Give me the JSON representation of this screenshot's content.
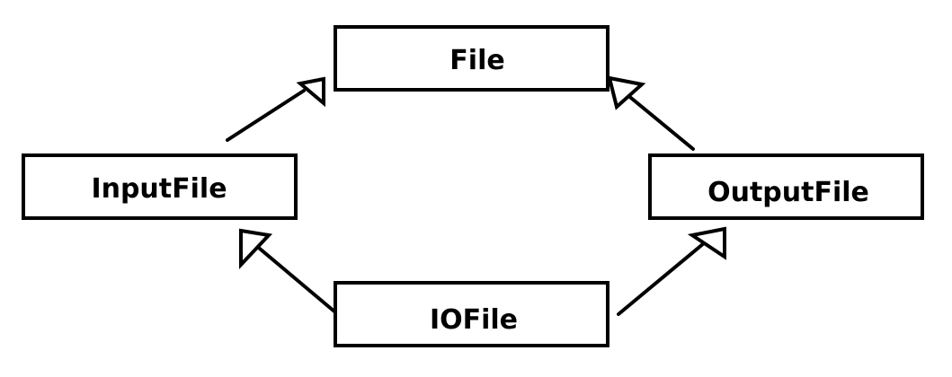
{
  "diagram": {
    "nodes": {
      "file": "File",
      "input_file": "InputFile",
      "output_file": "OutputFile",
      "io_file": "IOFile"
    },
    "edges": [
      {
        "from": "InputFile",
        "to": "File"
      },
      {
        "from": "OutputFile",
        "to": "File"
      },
      {
        "from": "IOFile",
        "to": "InputFile"
      },
      {
        "from": "IOFile",
        "to": "OutputFile"
      }
    ],
    "colors": {
      "stroke": "#000000",
      "fill": "#ffffff",
      "background": "#ffffff"
    }
  }
}
